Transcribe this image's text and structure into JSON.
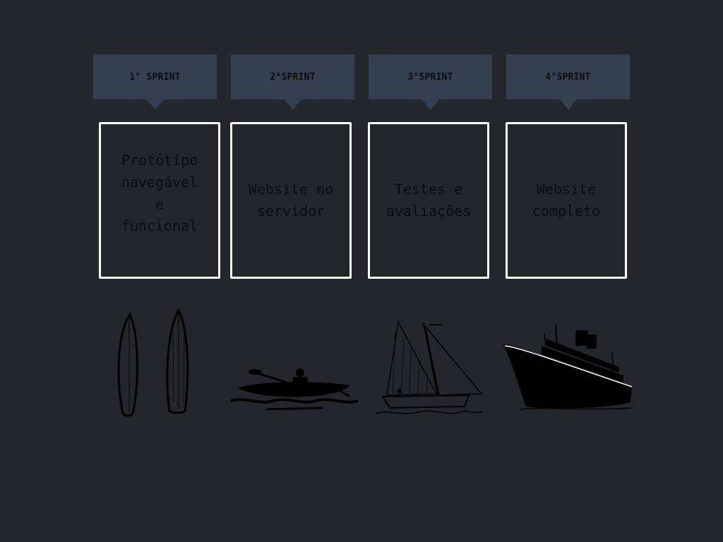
{
  "sprints": [
    {
      "tab": "1° SPRINT",
      "text": "Protótipo navegável e funcional",
      "illustration": "surfboards-icon"
    },
    {
      "tab": "2°SPRINT",
      "text": "Website no servidor",
      "illustration": "kayak-icon"
    },
    {
      "tab": "3°SPRINT",
      "text": "Testes e avaliações",
      "illustration": "sailboat-icon"
    },
    {
      "tab": "4°SPRINT",
      "text": "Website completo",
      "illustration": "ship-icon"
    }
  ],
  "colors": {
    "background": "#23272d",
    "tab": "#34404f",
    "box_border": "#ffffff",
    "text": "#0b0c0e"
  }
}
